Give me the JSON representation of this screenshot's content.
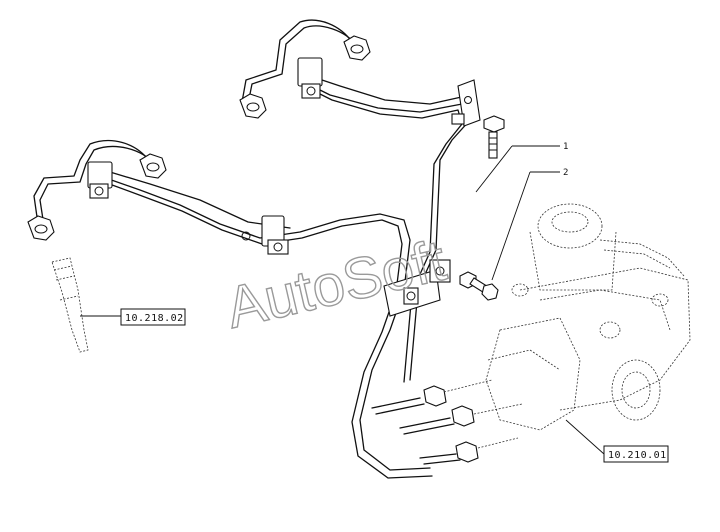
{
  "diagram": {
    "callouts": [
      {
        "id": "callout-1",
        "label": "1"
      },
      {
        "id": "callout-2",
        "label": "2"
      }
    ],
    "references": [
      {
        "id": "ref-injector",
        "label": "10.218.02"
      },
      {
        "id": "ref-pump",
        "label": "10.210.01"
      }
    ],
    "watermark": "AutoSoft"
  }
}
